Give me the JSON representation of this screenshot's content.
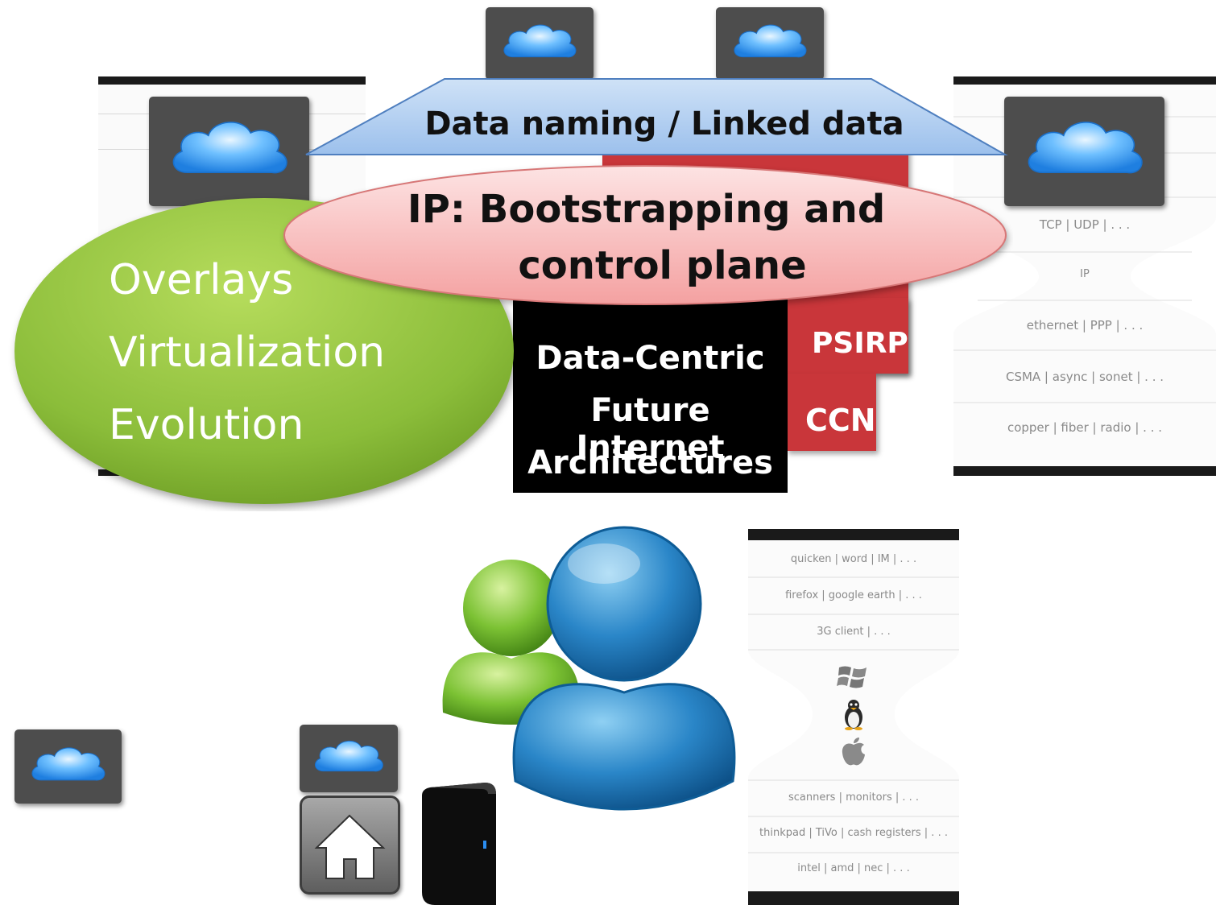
{
  "banner": {
    "text": "Data naming / Linked data"
  },
  "ip_ellipse": {
    "line1": "IP: Bootstrapping and",
    "line2": "control plane"
  },
  "green_ellipse": {
    "lines": [
      "Overlays",
      "Virtualization",
      "Evolution"
    ]
  },
  "data_centric_box": {
    "lines": [
      "Data-Centric",
      "Future Internet",
      "Architectures"
    ]
  },
  "psirp_box": {
    "label": "PSIRP"
  },
  "ccn_box": {
    "label": "CCN"
  },
  "right_hourglass": {
    "rows": [
      "TCP | UDP | . . .",
      "IP",
      "ethernet | PPP | . . .",
      "CSMA | async | sonet | . . .",
      "copper | fiber | radio | . . ."
    ]
  },
  "bottom_hourglass": {
    "rows": [
      "quicken | word | IM | . . .",
      "firefox | google earth | . . .",
      "3G client | . . .",
      "scanners | monitors | . . .",
      "thinkpad | TiVo | cash registers | . . .",
      "intel | amd | nec | . . ."
    ]
  },
  "icons": [
    "cloud-icon",
    "home-icon",
    "user-icon",
    "hard-drive-icon",
    "windows-logo-icon",
    "linux-penguin-icon",
    "apple-logo-icon"
  ],
  "colors": {
    "green": "#8bbd3a",
    "red": "#c9363a",
    "pink": "#f7b0b0",
    "banner_blue": "#a9c9ef",
    "tile_gray": "#4d4d4d",
    "cloud_blue": "#3d9bf0"
  }
}
